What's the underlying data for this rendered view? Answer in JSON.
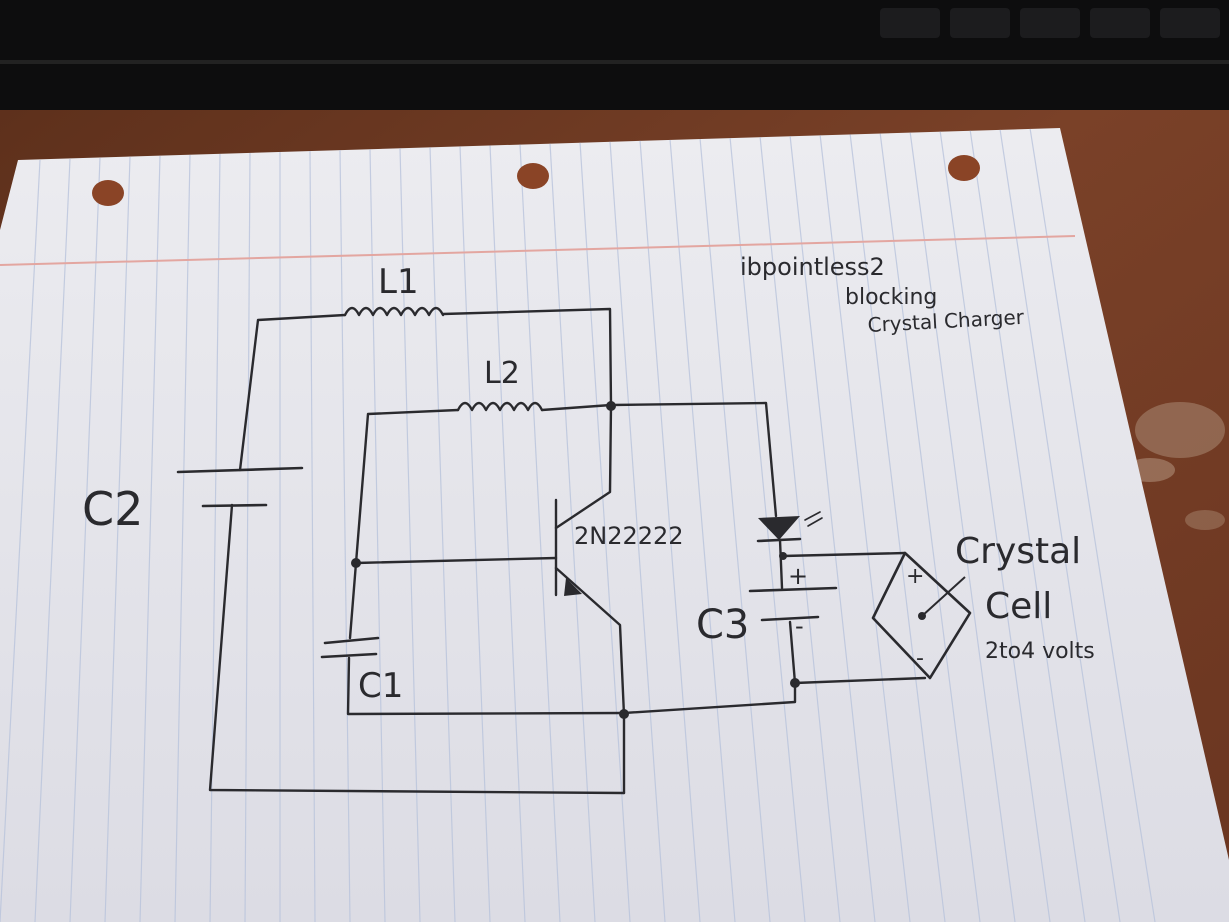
{
  "colors": {
    "desk": "#7a4128",
    "keyboard": "#111111",
    "paper": "#e9e9ee",
    "rule_line": "#b9c4dc",
    "margin_line": "#e3a6a0",
    "ink": "#2a2a2e"
  },
  "notes": {
    "author": "ibpointless2",
    "line1": "blocking",
    "line2": "Crystal Charger"
  },
  "labels": {
    "L1": "L1",
    "L2": "L2",
    "C1": "C1",
    "C2": "C2",
    "C3": "C3",
    "transistor": "2N22222",
    "cell_line1": "Crystal",
    "cell_line2": "Cell",
    "cell_voltage": "2to4 volts",
    "plus_c3": "+",
    "minus_c3": "-",
    "plus_cell": "+",
    "minus_cell": "-"
  }
}
